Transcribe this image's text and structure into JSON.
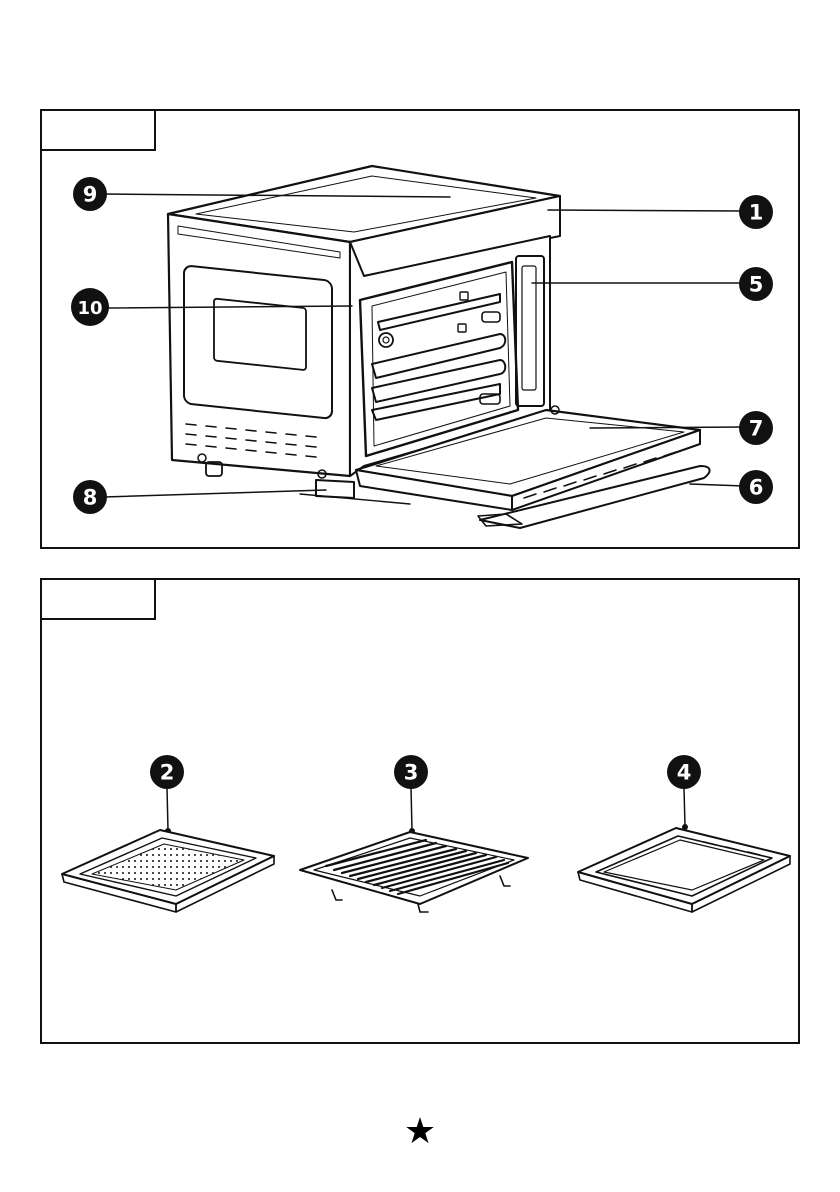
{
  "colors": {
    "ink": "#111111",
    "paper": "#ffffff",
    "callout_fill": "#111111",
    "callout_text": "#ffffff"
  },
  "figure_a": {
    "tab_label": "",
    "callouts": [
      {
        "number": "9"
      },
      {
        "number": "1"
      },
      {
        "number": "5"
      },
      {
        "number": "10"
      },
      {
        "number": "7"
      },
      {
        "number": "6"
      },
      {
        "number": "8"
      }
    ]
  },
  "figure_b": {
    "tab_label": "",
    "callouts": [
      {
        "number": "2"
      },
      {
        "number": "3"
      },
      {
        "number": "4"
      }
    ]
  },
  "footer": {
    "symbol": "★"
  }
}
